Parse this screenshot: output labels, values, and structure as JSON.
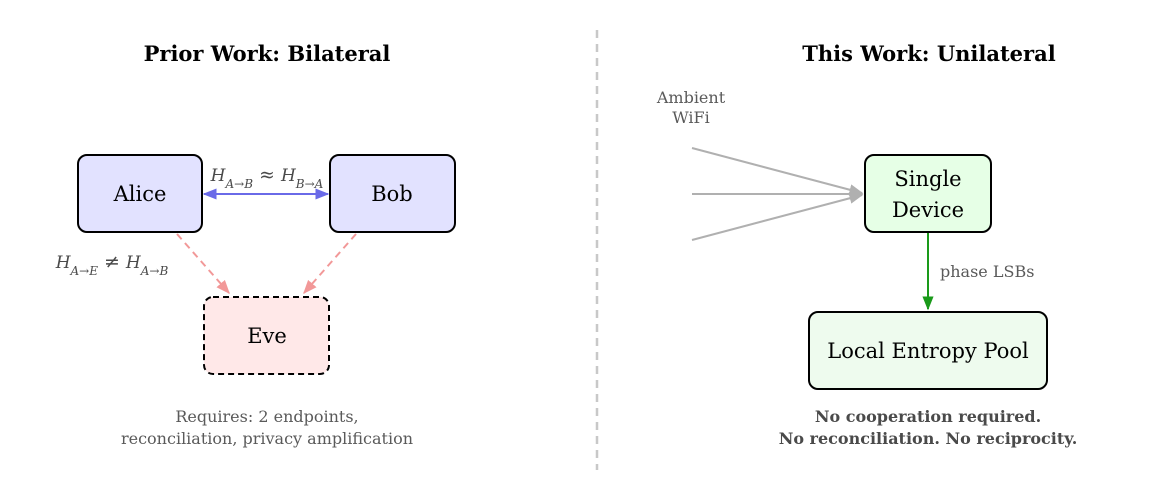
{
  "left_panel": {
    "title": "Prior Work: Bilateral",
    "nodes": {
      "alice": "Alice",
      "bob": "Bob",
      "eve": "Eve"
    },
    "colors": {
      "party_fill": "#e2e2ff",
      "eve_fill": "#ffe8e8",
      "channel_arrow": "#6a6ae8",
      "leak_arrow": "#f29898"
    },
    "channel_label": {
      "lhs": "H",
      "lhs_sub": "A→B",
      "op": "≈",
      "rhs": "H",
      "rhs_sub": "B→A"
    },
    "leak_label": {
      "lhs": "H",
      "lhs_sub": "A→E",
      "op": "≠",
      "rhs": "H",
      "rhs_sub": "A→B"
    },
    "note_line1": "Requires: 2 endpoints,",
    "note_line2": "reconciliation, privacy amplification"
  },
  "right_panel": {
    "title": "This Work: Unilateral",
    "source_line1": "Ambient",
    "source_line2": "WiFi",
    "device_line1": "Single",
    "device_line2": "Device",
    "pool": "Local Entropy Pool",
    "edge_label": "phase LSBs",
    "colors": {
      "device_fill": "#e6ffe6",
      "pool_fill": "#eefbee",
      "ambient_arrow": "#b0b0b0",
      "pool_arrow": "#1a9a1a"
    },
    "note_line1": "No cooperation required.",
    "note_line2": "No reconciliation. No reciprocity."
  }
}
